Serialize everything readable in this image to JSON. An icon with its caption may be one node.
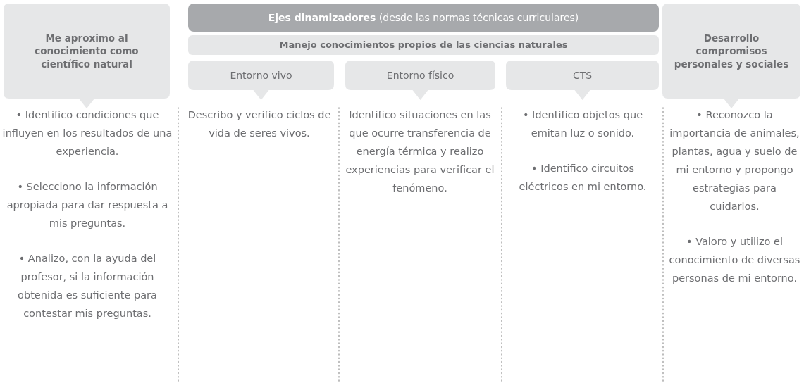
{
  "diagram": {
    "nodes": [
      {
        "text": [
          "Me aproximo al conocimiento como científico natural"
        ],
        "beside": [
          "• Identifico condiciones que influyen en los resultados de una experiencia.",
          "• Selecciono la información apropiada para dar respuesta a mis preguntas.",
          "• Analizo, con la ayuda del profesor, si la información obtenida es suficiente para contestar mis preguntas."
        ]
      },
      {
        "text": [
          "**Ejes dinamizadores** (desde las normas técnicas curriculares)"
        ]
      },
      {
        "text": [
          "Manejo conocimientos propios de las ciencias naturales"
        ]
      },
      {
        "text": [
          "Entorno vivo"
        ],
        "beside": [
          "Describo y verifico ciclos de vida de seres vivos."
        ]
      },
      {
        "text": [
          "Entorno físico"
        ],
        "beside": [
          "Identifico situaciones en las que ocurre transferencia de energía térmica y realizo experiencias para verificar el fenómeno."
        ]
      },
      {
        "text": [
          "CTS"
        ],
        "beside": [
          "• Identifico objetos que emitan luz o sonido.",
          "• Identifico circuitos eléctricos en mi entorno."
        ]
      },
      {
        "text": [
          "Desarrollo compromisos personales y sociales"
        ],
        "beside": [
          "• Reconozco la importancia de animales, plantas, agua y suelo de mi entorno y propongo estrategias para cuidarlos.",
          "• Valoro y utilizo el conocimiento de diversas personas de mi entorno."
        ]
      }
    ]
  }
}
